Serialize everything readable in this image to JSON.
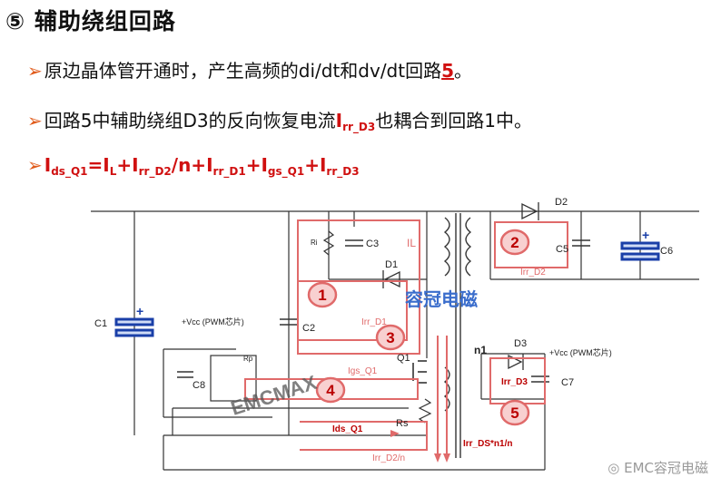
{
  "title": "⑤ 辅助绕组回路",
  "bullets": [
    {
      "text_a": "原边晶体管开通时，产生高频的di/dt和dv/dt回路",
      "emph": "5",
      "text_b": "。"
    },
    {
      "text_a": "回路5中辅助绕组D3的反向恢复电流",
      "sym": "I",
      "sub": "rr_D3",
      "text_b": "也耦合到回路1中。"
    }
  ],
  "equation": {
    "lhs": "I",
    "lhs_sub": "ds_Q1",
    "eq": "=",
    "terms": [
      {
        "sym": "I",
        "sub": "L",
        "op": "+"
      },
      {
        "sym": "I",
        "sub": "rr_D2",
        "op": "/n+"
      },
      {
        "sym": "I",
        "sub": "rr_D1",
        "op": "+"
      },
      {
        "sym": "I",
        "sub": "gs_Q1",
        "op": "+"
      },
      {
        "sym": "I",
        "sub": "rr_D3",
        "op": ""
      }
    ]
  },
  "labels": {
    "D2": "D2",
    "C5": "C5",
    "C6": "C6",
    "C3": "C3",
    "D1": "D1",
    "C1": "C1",
    "C2": "C2",
    "C8": "C8",
    "Q1": "Q1",
    "Rs": "Rs",
    "n1": "n1",
    "D3": "D3",
    "C7": "C7",
    "Ri": "Ri",
    "Rp": "Rp",
    "vcc1": "+Vcc (PWM芯片)",
    "vcc2": "+Vcc (PWM芯片)",
    "IL": "IL",
    "IrrD1": "Irr_D1",
    "IgsQ1": "Igs_Q1",
    "IdsQ1": "Ids_Q1",
    "IrrD2": "Irr_D2",
    "IrrD2n": "Irr_D2/n",
    "IrrDSn1": "Irr_DS*n1/n",
    "IrrD3": "Irr_D3"
  },
  "loops": [
    "1",
    "2",
    "3",
    "4",
    "5"
  ],
  "watermarks": {
    "center": "EMCMAX",
    "overlay": "容冠电磁",
    "footer": "EMC容冠电磁"
  },
  "colors": {
    "accent": "#d01010",
    "loop": "#e06a6a",
    "wire": "#333333",
    "cap_blue": "#1a3fa8"
  }
}
